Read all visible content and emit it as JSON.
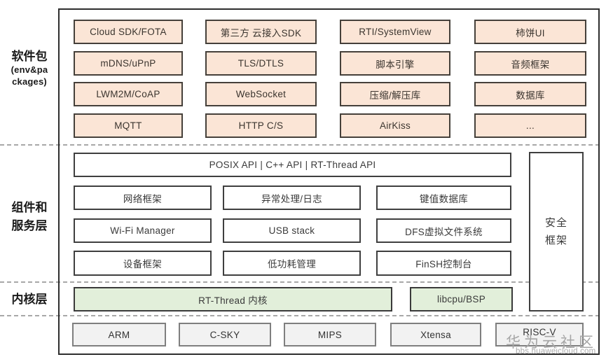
{
  "side_labels": {
    "packages_cn": "软件包",
    "packages_en1": "(env&pa",
    "packages_en2": "ckages)",
    "components_line1": "组件和",
    "components_line2": "服务层",
    "kernel": "内核层"
  },
  "packages_grid": {
    "rows": [
      [
        "Cloud SDK/FOTA",
        "第三方 云接入SDK",
        "RTI/SystemView",
        "柿饼UI"
      ],
      [
        "mDNS/uPnP",
        "TLS/DTLS",
        "脚本引擎",
        "音频框架"
      ],
      [
        "LWM2M/CoAP",
        "WebSocket",
        "压缩/解压库",
        "数据库"
      ],
      [
        "MQTT",
        "HTTP C/S",
        "AirKiss",
        "..."
      ]
    ]
  },
  "components": {
    "api_bar": "POSIX API | C++ API | RT-Thread API",
    "rows": [
      [
        "网络框架",
        "异常处理/日志",
        "键值数据库"
      ],
      [
        "Wi-Fi Manager",
        "USB stack",
        "DFS虚拟文件系统"
      ],
      [
        "设备框架",
        "低功耗管理",
        "FinSH控制台"
      ]
    ],
    "security_line1": "安全",
    "security_line2": "框架"
  },
  "kernel_layer": {
    "main": "RT-Thread 内核",
    "libcpu": "libcpu/BSP"
  },
  "cpu_row": [
    "ARM",
    "C-SKY",
    "MIPS",
    "Xtensa",
    "RISC-V"
  ],
  "watermark": {
    "title": "华为云社区",
    "url": "bbs.huaweicloud.com"
  },
  "colors": {
    "package_fill": "#fbe5d6",
    "kernel_fill": "#e2efda",
    "cpu_fill": "#f2f2f2"
  }
}
